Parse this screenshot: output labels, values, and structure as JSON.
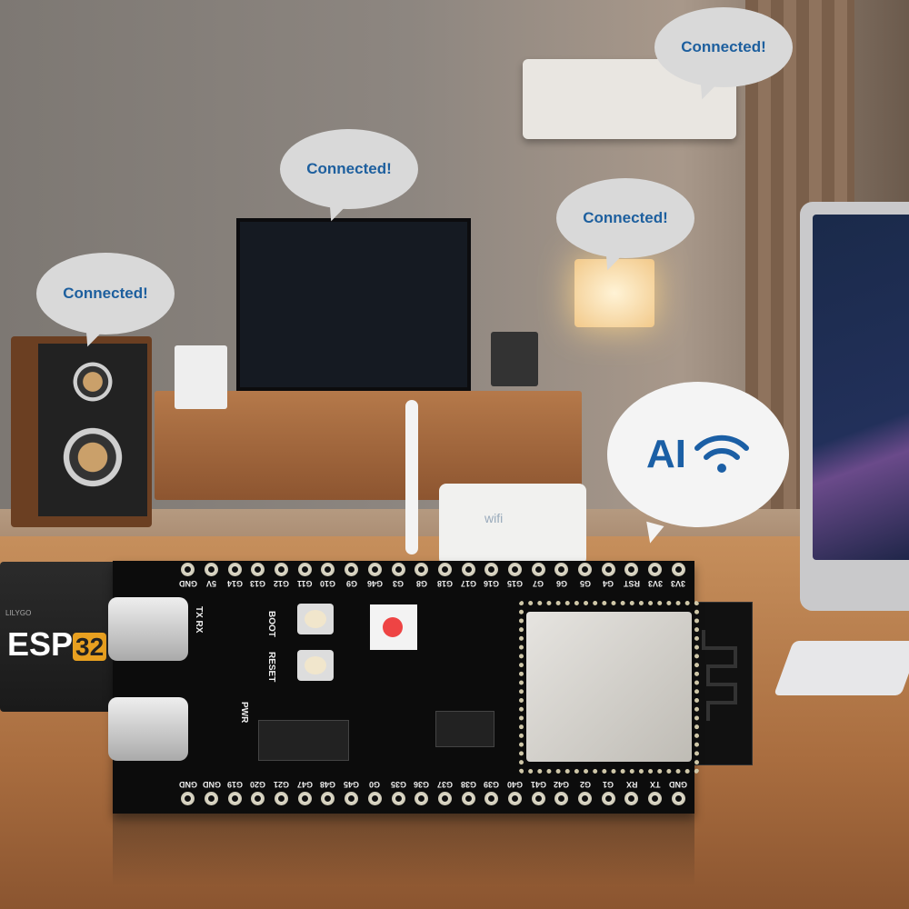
{
  "bubbles": {
    "speaker": "Connected!",
    "tv": "Connected!",
    "lamp": "Connected!",
    "ac": "Connected!",
    "ai": "AI"
  },
  "esp_box": {
    "brand": "ESP",
    "number": "32",
    "tiny": "LILYGO"
  },
  "router": {
    "label": "wifi"
  },
  "board": {
    "top_pins": [
      "GND",
      "5V",
      "G14",
      "G13",
      "G12",
      "G11",
      "G10",
      "G9",
      "G46",
      "G3",
      "G8",
      "G18",
      "G17",
      "G16",
      "G15",
      "G7",
      "G6",
      "G5",
      "G4",
      "RST",
      "3V3",
      "3V3"
    ],
    "bottom_pins": [
      "GND",
      "GND",
      "G19",
      "G20",
      "G21",
      "G47",
      "G48",
      "G45",
      "G0",
      "G35",
      "G36",
      "G37",
      "G38",
      "G39",
      "G40",
      "G41",
      "G42",
      "G2",
      "G1",
      "RX",
      "TX",
      "GND"
    ],
    "labels": {
      "boot": "BOOT",
      "reset": "RESET",
      "pwr": "PWR",
      "txrx": "TX RX"
    }
  }
}
